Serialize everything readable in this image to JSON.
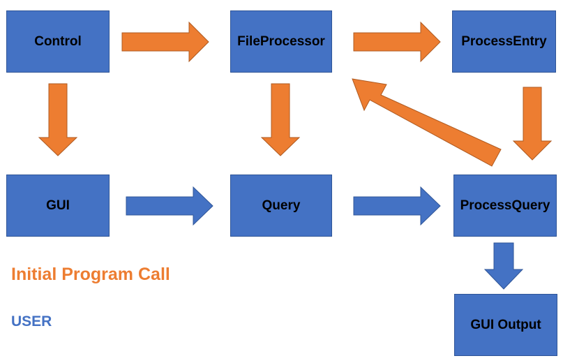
{
  "nodes": {
    "control": "Control",
    "file_processor": "FileProcessor",
    "process_entry": "ProcessEntry",
    "gui": "GUI",
    "query": "Query",
    "process_query": "ProcessQuery",
    "gui_output": "GUI Output"
  },
  "edges": [
    {
      "from": "Control",
      "to": "FileProcessor",
      "kind": "initial"
    },
    {
      "from": "FileProcessor",
      "to": "ProcessEntry",
      "kind": "initial"
    },
    {
      "from": "Control",
      "to": "GUI",
      "kind": "initial"
    },
    {
      "from": "FileProcessor",
      "to": "Query",
      "kind": "initial"
    },
    {
      "from": "ProcessEntry",
      "to": "ProcessQuery",
      "kind": "initial"
    },
    {
      "from": "ProcessQuery",
      "to": "FileProcessor",
      "kind": "initial"
    },
    {
      "from": "GUI",
      "to": "Query",
      "kind": "user"
    },
    {
      "from": "Query",
      "to": "ProcessQuery",
      "kind": "user"
    },
    {
      "from": "ProcessQuery",
      "to": "GUI Output",
      "kind": "user"
    }
  ],
  "legend": {
    "initial_label": "Initial Program Call",
    "user_label": "USER"
  },
  "colors": {
    "box_fill": "#4472c4",
    "initial_arrow": "#ed7d31",
    "user_arrow": "#4472c4",
    "text": "#000000"
  }
}
